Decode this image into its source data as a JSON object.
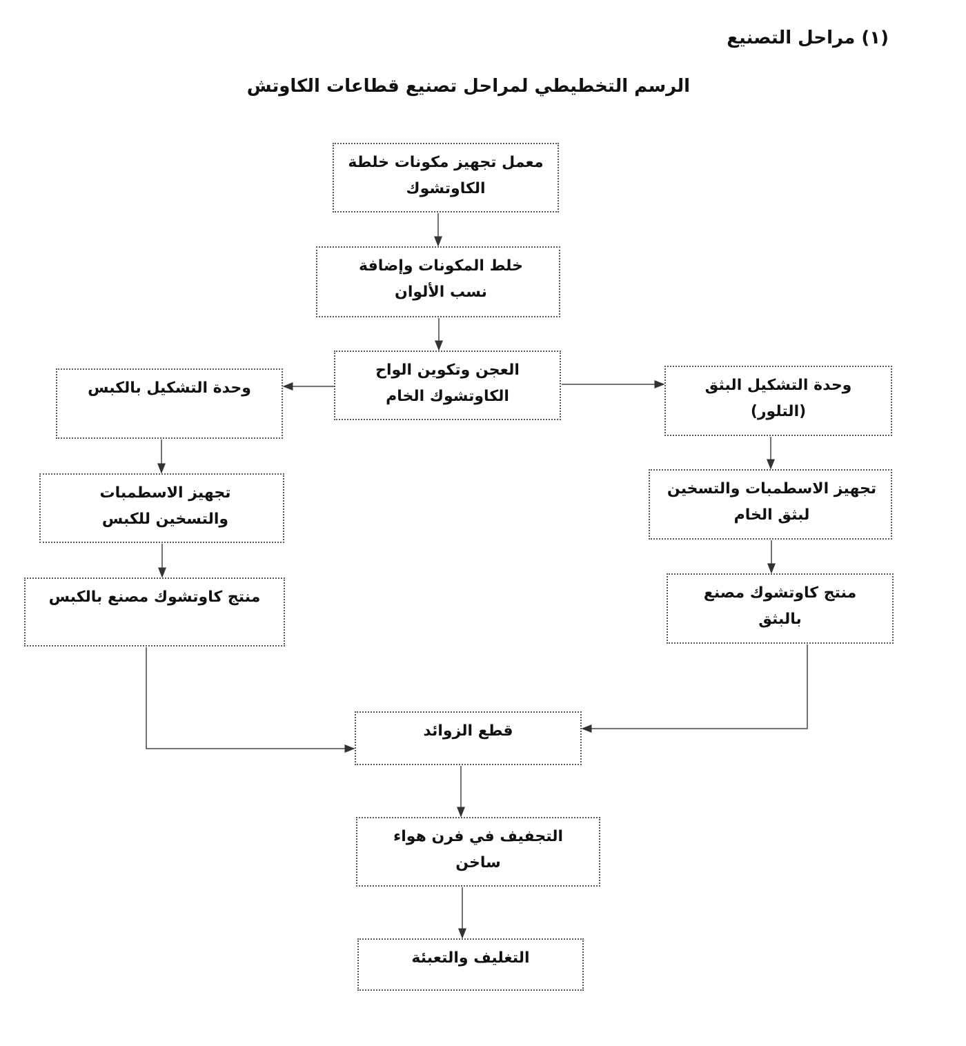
{
  "heading": "(١) مراحل التصنيع",
  "diagram_title": "الرسم التخطيطي لمراحل تصنيع قطاعات الكاوتش",
  "steps": {
    "prep_lab": "معمل تجهيز مكونات خلطة الكاوتشوك",
    "mixing": "خلط المكونات وإضافة نسب الألوان",
    "kneading": "العجن وتكوين الواح الكاوتشوك الخام",
    "press_unit": "وحدة التشكيل بالكبس",
    "extrusion_unit": "وحدة التشكيل البثق (التلور)",
    "press_molds": "تجهيز الاسطمبات والتسخين للكبس",
    "extrusion_molds": "تجهيز الاسطمبات والتسخين لبثق الخام",
    "press_product": "منتج كاوتشوك مصنع بالكبس",
    "extrusion_product": "منتج كاوتشوك مصنع بالبثق",
    "trimming": "قطع الزوائد",
    "drying": "التجفيف في فرن هواء ساخن",
    "packing": "التغليف والتعبئة"
  }
}
